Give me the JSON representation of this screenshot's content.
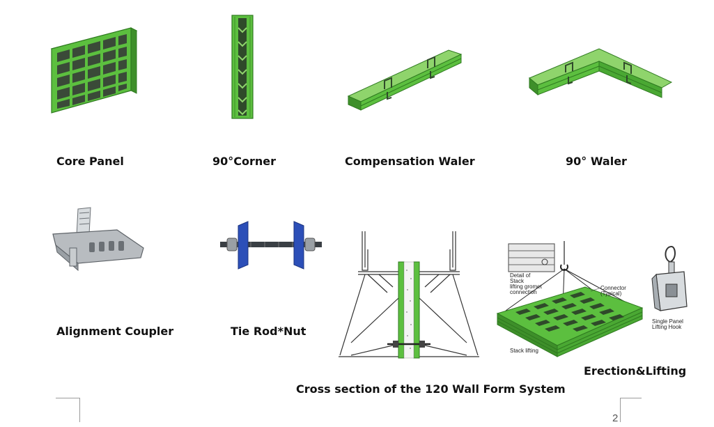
{
  "captions": {
    "core_panel": "Core Panel",
    "corner_90": "90°Corner",
    "compensation_waler": "Compensation Waler",
    "waler_90": "90° Waler",
    "alignment_coupler": "Alignment Coupler",
    "tie_rod_nut": "Tie Rod*Nut",
    "erection_lifting": "Erection&Lifting",
    "cross_section": "Cross section of the 120 Wall Form System"
  },
  "lifting_diagram": {
    "stack_detail": [
      "Detail of",
      "Stack",
      "lifting gromet",
      "connection"
    ],
    "connector": [
      "Connector",
      "(Typical)"
    ],
    "stack_lifting": "Stack lifting",
    "hook": [
      "Single Panel",
      "Lifting Hook"
    ]
  },
  "page_number": "2",
  "colors": {
    "product_green": "#5cbf3f",
    "dark_green": "#2f7a20",
    "steel": "#b8bcc0"
  }
}
